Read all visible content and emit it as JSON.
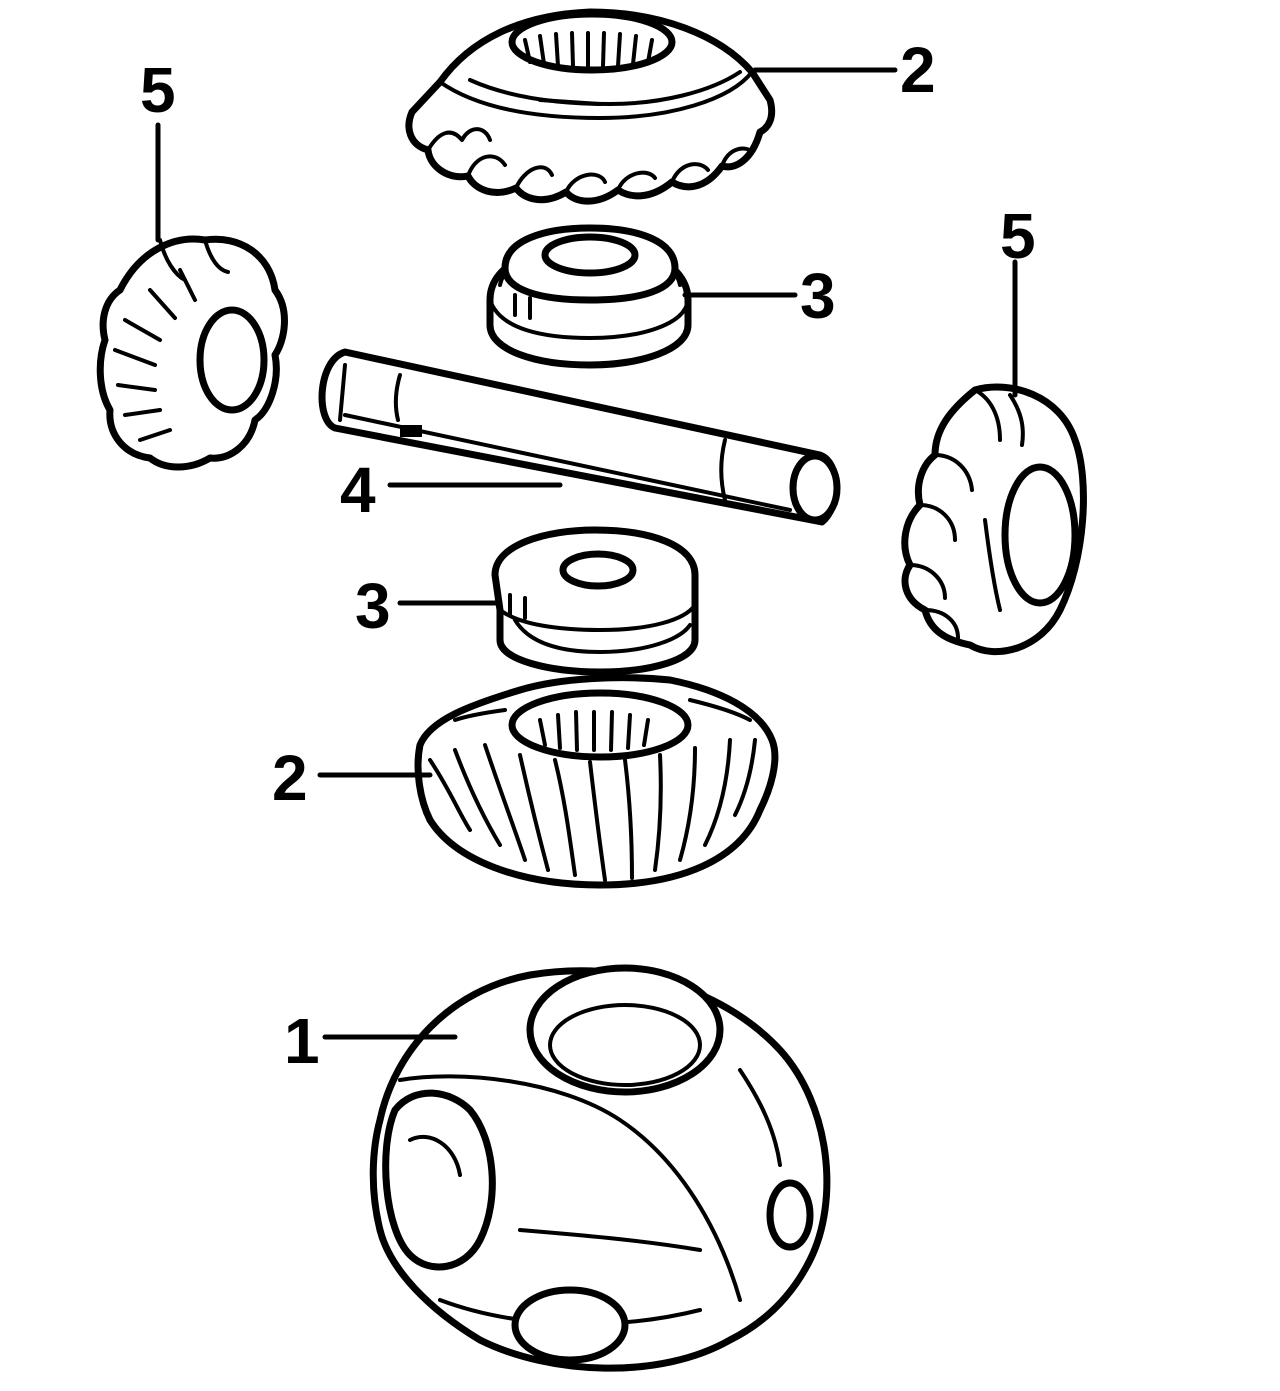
{
  "diagram": {
    "callouts": [
      {
        "id": "housing",
        "label": "1"
      },
      {
        "id": "side-gear-top",
        "label": "2"
      },
      {
        "id": "side-gear-bottom",
        "label": "2"
      },
      {
        "id": "thrust-washer-top",
        "label": "3"
      },
      {
        "id": "thrust-washer-bottom",
        "label": "3"
      },
      {
        "id": "pinion-shaft",
        "label": "4"
      },
      {
        "id": "pinion-gear-left",
        "label": "5"
      },
      {
        "id": "pinion-gear-right",
        "label": "5"
      }
    ],
    "colors": {
      "ink": "#000000",
      "paper": "#ffffff"
    }
  }
}
